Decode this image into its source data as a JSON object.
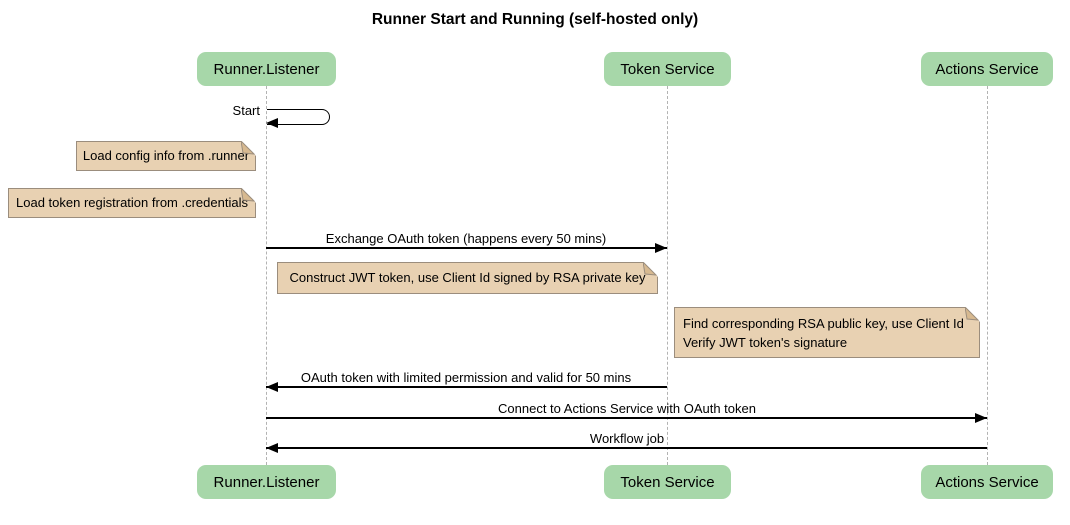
{
  "diagram": {
    "type": "sequence",
    "title": "Runner Start and Running (self-hosted only)",
    "participants": [
      {
        "id": "runner-listener",
        "label": "Runner.Listener"
      },
      {
        "id": "token-service",
        "label": "Token Service"
      },
      {
        "id": "actions-service",
        "label": "Actions Service"
      }
    ],
    "messages": [
      {
        "from": "Runner.Listener",
        "to": "Runner.Listener",
        "self": true,
        "label": "Start"
      },
      {
        "from": "Runner.Listener",
        "to": "Token Service",
        "self": false,
        "label": "Exchange OAuth token (happens every 50 mins)"
      },
      {
        "from": "Token Service",
        "to": "Runner.Listener",
        "self": false,
        "label": "OAuth token with limited permission and valid for 50 mins"
      },
      {
        "from": "Runner.Listener",
        "to": "Actions Service",
        "self": false,
        "label": "Connect to Actions Service with OAuth token"
      },
      {
        "from": "Actions Service",
        "to": "Runner.Listener",
        "self": false,
        "label": "Workflow job"
      }
    ],
    "notes": [
      {
        "position": "left of Runner.Listener",
        "text": "Load config info from .runner"
      },
      {
        "position": "left of Runner.Listener",
        "text": "Load token registration from .credentials"
      },
      {
        "position": "right of Runner.Listener",
        "text": "Construct JWT token, use Client Id signed by RSA private key"
      },
      {
        "position": "left of Actions Service",
        "lines": [
          "Find corresponding RSA public key, use Client Id",
          "Verify JWT token's signature"
        ]
      }
    ],
    "colors": {
      "background": "#FFFFFF",
      "participant_fill": "#A7D7A9",
      "note_fill": "#E8D1B2",
      "note_border": "#9B8D7D",
      "lifeline": "#B3B3B3",
      "message_line": "#000000",
      "text": "#000000"
    }
  }
}
